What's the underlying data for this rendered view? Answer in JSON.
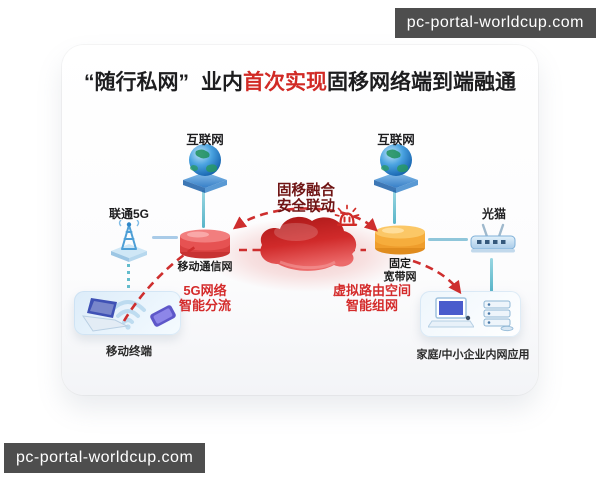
{
  "watermark": {
    "text": "pc-portal-worldcup.com"
  },
  "title": {
    "quoted": "“随行私网”",
    "prefix": "业内",
    "highlight": "首次实现",
    "suffix": "固移网络端到端融通"
  },
  "nodes": {
    "internet_left": "互联网",
    "internet_right": "互联网",
    "unicom_5g": "联通5G",
    "optical_modem": "光猫",
    "mobile_network": "移动通信网",
    "fixed_network_line1": "固定",
    "fixed_network_line2": "宽带网",
    "mobile_terminal": "移动终端",
    "home_intranet": "家庭/中小企业内网应用"
  },
  "annotations": {
    "cloud_line1": "固移融合",
    "cloud_line2": "安全联动",
    "mobile_note_line1": "5G网络",
    "mobile_note_line2": "智能分流",
    "fixed_note_line1": "虚拟路由空间",
    "fixed_note_line2": "智能组网"
  },
  "colors": {
    "highlight_red": "#d12a25",
    "arrow_red": "#ce2e2e",
    "mobile_cylinder_red": "#e65252",
    "fixed_cylinder_orange": "#f6ad3c",
    "link_teal": "#6fc0d0",
    "globe_blue": "#1f6fc0",
    "watermark_bg": "#4e4e4e"
  }
}
